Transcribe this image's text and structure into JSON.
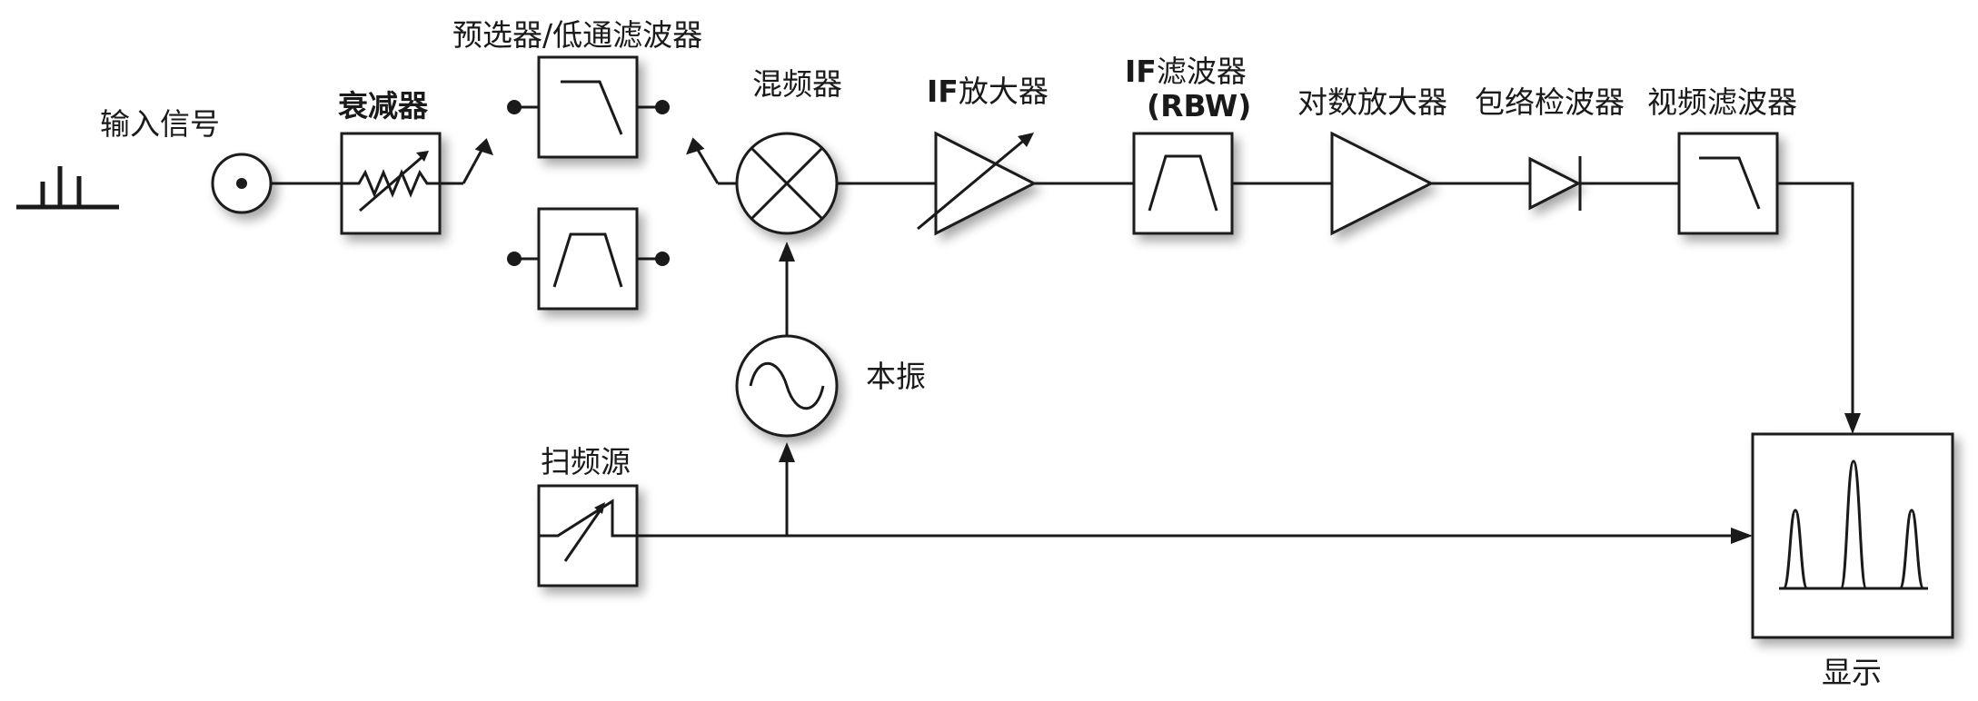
{
  "labels": {
    "input_signal": "输入信号",
    "attenuator": "衰减器",
    "preselector": "预选器/低通滤波器",
    "mixer": "混频器",
    "if_amp_prefix": "IF",
    "if_amp_suffix": "放大器",
    "if_filter_prefix": "IF",
    "if_filter_suffix": "滤波器",
    "if_filter_rbw": "(RBW)",
    "log_amp": "对数放大器",
    "envelope_detector": "包络检波器",
    "video_filter": "视频滤波器",
    "local_oscillator": "本振",
    "sweep_source": "扫频源",
    "display": "显示"
  },
  "colors": {
    "stroke": "#1a1a1a",
    "background": "#ffffff",
    "shadow": "#bdbdbd"
  }
}
